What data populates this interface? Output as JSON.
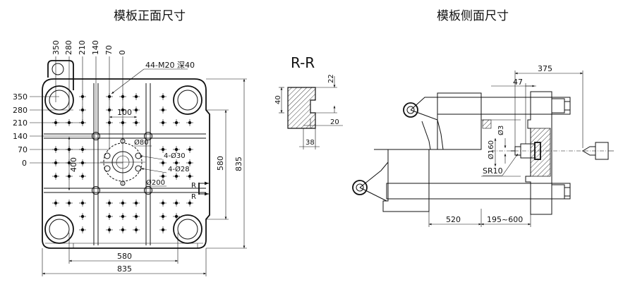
{
  "titles": {
    "front": "模板正面尺寸",
    "side": "模板侧面尺寸"
  },
  "front": {
    "top_labels": [
      "350",
      "280",
      "210",
      "140",
      "70",
      "0"
    ],
    "left_labels": [
      "350",
      "280",
      "210",
      "140",
      "70",
      "0"
    ],
    "callout_thread": "44-M20 深40",
    "dim_100": "100",
    "dim_400": "400",
    "dim_d80": "Ø80",
    "dim_4d30": "4-Ø30",
    "dim_4d28": "4-Ø28",
    "dim_d200": "Ø200",
    "dim_580_right": "580",
    "dim_835_right": "835",
    "dim_580_bottom": "580",
    "dim_835_bottom": "835",
    "r_marks": [
      "R",
      "R"
    ]
  },
  "section": {
    "title": "R-R",
    "dim_40": "40",
    "dim_22": "22",
    "dim_20": "20",
    "dim_38": "38"
  },
  "side": {
    "dim_375": "375",
    "dim_47": "47",
    "dim_d3": "Ø3",
    "dim_d160": "Ø160",
    "dim_sr10": "SR10",
    "dim_520": "520",
    "dim_stroke": "195~600"
  }
}
